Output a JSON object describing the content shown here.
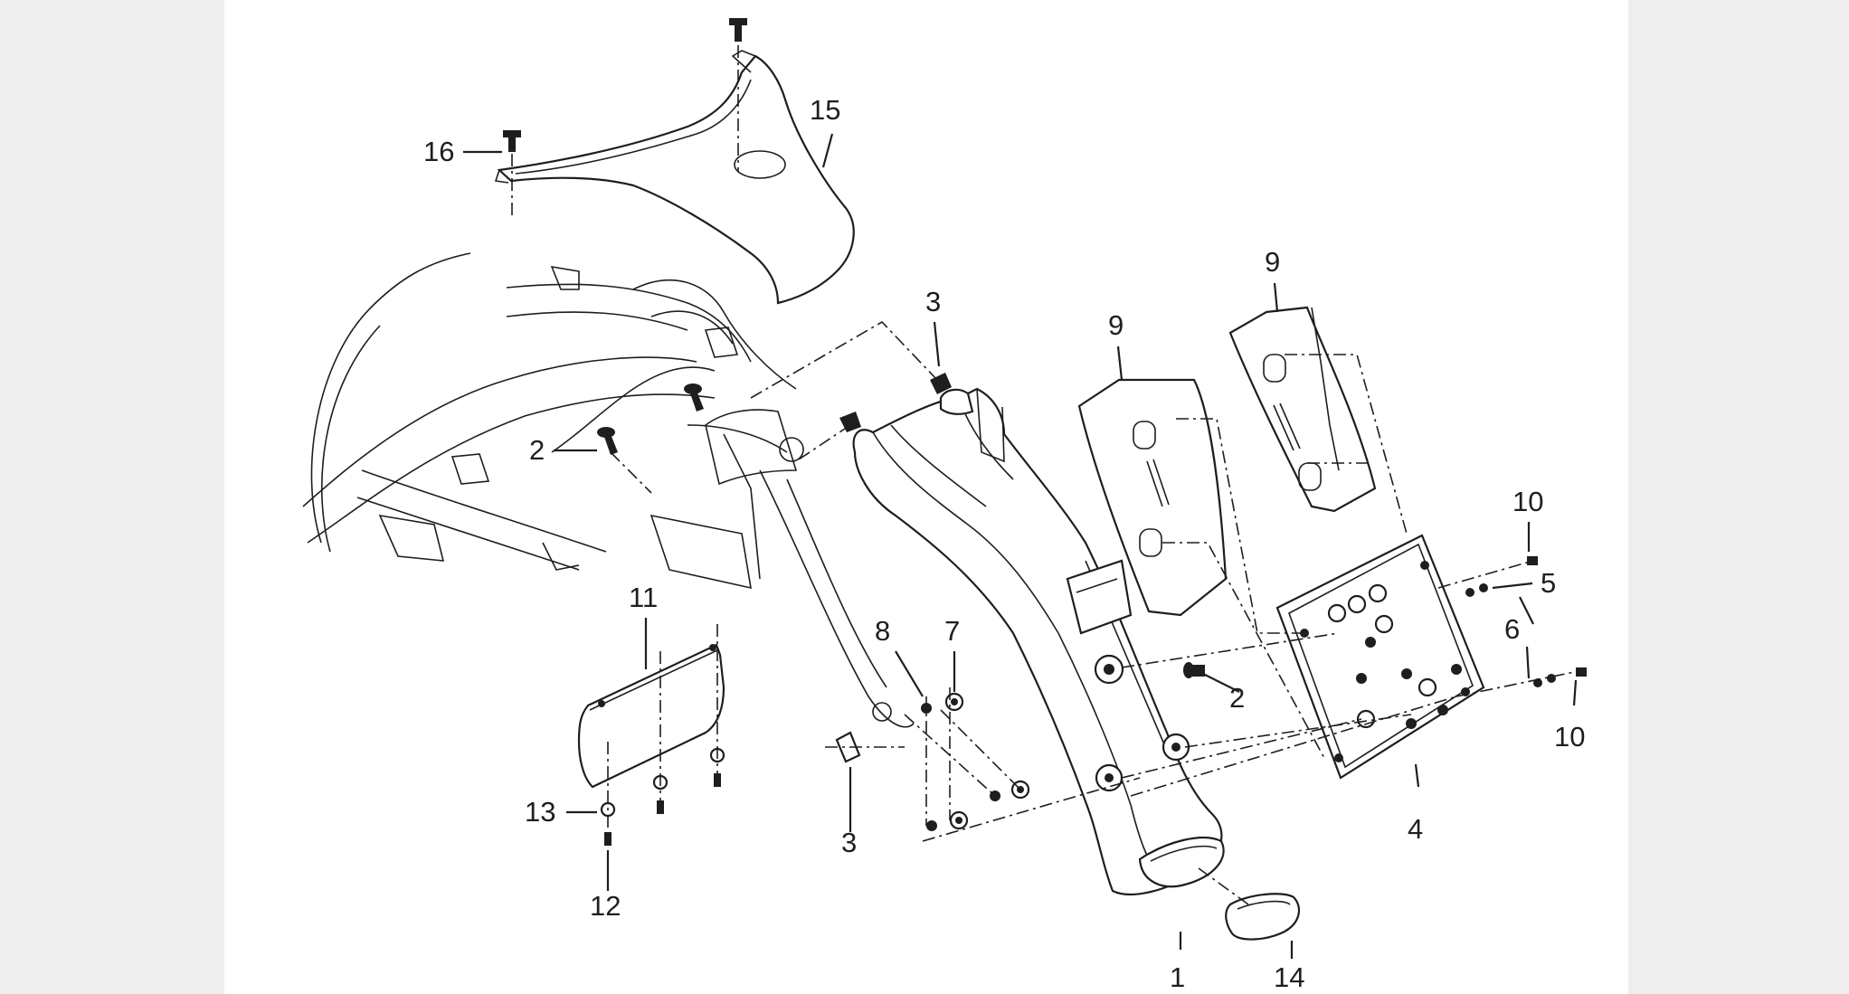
{
  "callouts": [
    {
      "id": "1",
      "text": "1"
    },
    {
      "id": "2a",
      "text": "2"
    },
    {
      "id": "2b",
      "text": "2"
    },
    {
      "id": "3a",
      "text": "3"
    },
    {
      "id": "3b",
      "text": "3"
    },
    {
      "id": "4",
      "text": "4"
    },
    {
      "id": "5",
      "text": "5"
    },
    {
      "id": "6",
      "text": "6"
    },
    {
      "id": "7",
      "text": "7"
    },
    {
      "id": "8",
      "text": "8"
    },
    {
      "id": "9a",
      "text": "9"
    },
    {
      "id": "9b",
      "text": "9"
    },
    {
      "id": "10a",
      "text": "10"
    },
    {
      "id": "10b",
      "text": "10"
    },
    {
      "id": "11",
      "text": "11"
    },
    {
      "id": "12",
      "text": "12"
    },
    {
      "id": "13",
      "text": "13"
    },
    {
      "id": "14",
      "text": "14"
    },
    {
      "id": "15",
      "text": "15"
    },
    {
      "id": "16",
      "text": "16"
    }
  ],
  "colors": {
    "line": "#1e1e1e",
    "background": "#ffffff",
    "margin": "#eeeeee"
  }
}
